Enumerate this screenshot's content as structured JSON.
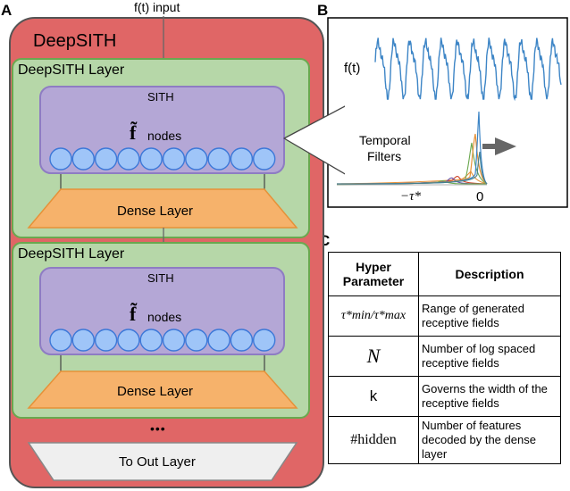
{
  "panels": {
    "a": "A",
    "b": "B",
    "c": "C"
  },
  "input_label": "f(t) input",
  "outer_title": "DeepSITH",
  "layers": [
    {
      "title": "DeepSITH Layer",
      "sith_label": "SITH",
      "nodes_symbol": "f̃",
      "nodes_label": "nodes",
      "dense_label": "Dense Layer"
    },
    {
      "title": "DeepSITH Layer",
      "sith_label": "SITH",
      "nodes_symbol": "f̃",
      "nodes_label": "nodes",
      "dense_label": "Dense Layer"
    }
  ],
  "node_count": 10,
  "ellipsis": "•••",
  "out_label": "To Out Layer",
  "panel_b": {
    "signal_label": "f(t)",
    "filters_label_1": "Temporal",
    "filters_label_2": "Filters",
    "tau_label": "−τ*",
    "zero_label": "0"
  },
  "table": {
    "headers": [
      "Hyper Parameter",
      "Description"
    ],
    "rows": [
      {
        "symbol": "τ*min/τ*max",
        "description": "Range of generated receptive fields"
      },
      {
        "symbol": "N",
        "description": "Number of log spaced receptive fields"
      },
      {
        "symbol": "k",
        "description": "Governs the width of the receptive fields"
      },
      {
        "symbol": "#hidden",
        "description": "Number of features decoded by the dense layer"
      }
    ]
  },
  "colors": {
    "outer_fill": "#e06666",
    "layer_fill": "#b6d7a8",
    "layer_border": "#6aa84f",
    "sith_fill": "#b4a7d6",
    "sith_border": "#8e7cc3",
    "node_fill": "#9fc5f8",
    "node_border": "#3c78d8",
    "dense_fill": "#f6b26b",
    "dense_border": "#e69138",
    "signal": "#3d85c6"
  }
}
